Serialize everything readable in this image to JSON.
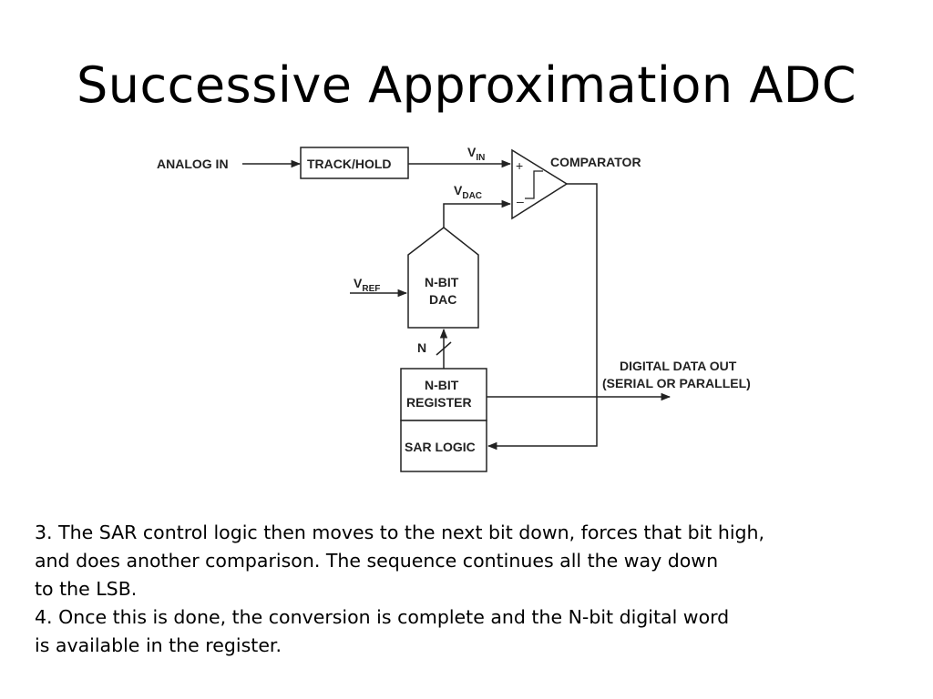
{
  "slide": {
    "title": "Successive Approximation ADC",
    "paragraphs": [
      [
        "3.  The SAR control logic then moves to the next bit down, forces that bit high,",
        "and does another comparison. The sequence continues all the way down",
        "to the LSB."
      ],
      [
        "4. Once this is done, the conversion is complete and the N-bit digital word",
        "is available in the register."
      ]
    ]
  },
  "diagram": {
    "analog_in": "ANALOG IN",
    "track_hold": "TRACK/HOLD",
    "vin_main": "V",
    "vin_sub": "IN",
    "vdac_main": "V",
    "vdac_sub": "DAC",
    "plus": "+",
    "minus": "–",
    "comparator": "COMPARATOR",
    "vref_main": "V",
    "vref_sub": "REF",
    "dac_line1": "N-BIT",
    "dac_line2": "DAC",
    "n_label": "N",
    "reg_line1": "N-BIT",
    "reg_line2": "REGISTER",
    "sar_logic": "SAR LOGIC",
    "out_line1": "DIGITAL DATA OUT",
    "out_line2": "(SERIAL OR PARALLEL)"
  }
}
